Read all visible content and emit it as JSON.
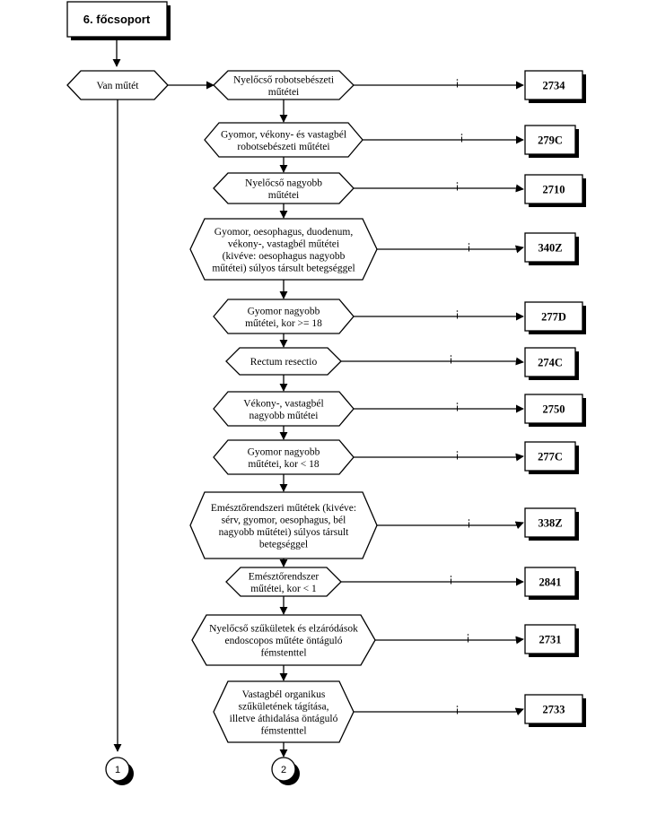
{
  "header": {
    "label": "6. főcsoport"
  },
  "start": {
    "lines": [
      "Van műtét"
    ]
  },
  "decisions": [
    {
      "lines": [
        "Nyelőcső robotsebészeti",
        "műtétei"
      ],
      "code": "2734",
      "edge_label": "i"
    },
    {
      "lines": [
        "Gyomor, vékony- és vastagbél",
        "robotsebészeti műtétei"
      ],
      "code": "279C",
      "edge_label": "i"
    },
    {
      "lines": [
        "Nyelőcső nagyobb",
        "műtétei"
      ],
      "code": "2710",
      "edge_label": "i"
    },
    {
      "lines": [
        "Gyomor, oesophagus, duodenum,",
        "vékony-, vastagbél műtétei",
        "(kivéve: oesophagus nagyobb",
        "műtétei) súlyos társult betegséggel"
      ],
      "code": "340Z",
      "edge_label": "i"
    },
    {
      "lines": [
        "Gyomor nagyobb",
        "műtétei, kor >= 18"
      ],
      "code": "277D",
      "edge_label": "i"
    },
    {
      "lines": [
        "Rectum resectio"
      ],
      "code": "274C",
      "edge_label": "i"
    },
    {
      "lines": [
        "Vékony-, vastagbél",
        "nagyobb műtétei"
      ],
      "code": "2750",
      "edge_label": "i"
    },
    {
      "lines": [
        "Gyomor nagyobb",
        "műtétei, kor < 18"
      ],
      "code": "277C",
      "edge_label": "i"
    },
    {
      "lines": [
        "Emésztőrendszeri műtétek (kivéve:",
        "sérv, gyomor, oesophagus, bél",
        "nagyobb műtétei) súlyos társult",
        "betegséggel"
      ],
      "code": "338Z",
      "edge_label": "i"
    },
    {
      "lines": [
        "Emésztőrendszer",
        "műtétei, kor < 1"
      ],
      "code": "2841",
      "edge_label": "i"
    },
    {
      "lines": [
        "Nyelőcső szűkületek és elzáródások",
        "endoscopos műtéte öntáguló",
        "fémstenttel"
      ],
      "code": "2731",
      "edge_label": "i"
    },
    {
      "lines": [
        "Vastagbél organikus",
        "szűkületének tágítása,",
        "illetve áthidalása öntáguló",
        "fémstenttel"
      ],
      "code": "2733",
      "edge_label": "i"
    }
  ],
  "connectors": [
    {
      "label": "1"
    },
    {
      "label": "2"
    }
  ]
}
